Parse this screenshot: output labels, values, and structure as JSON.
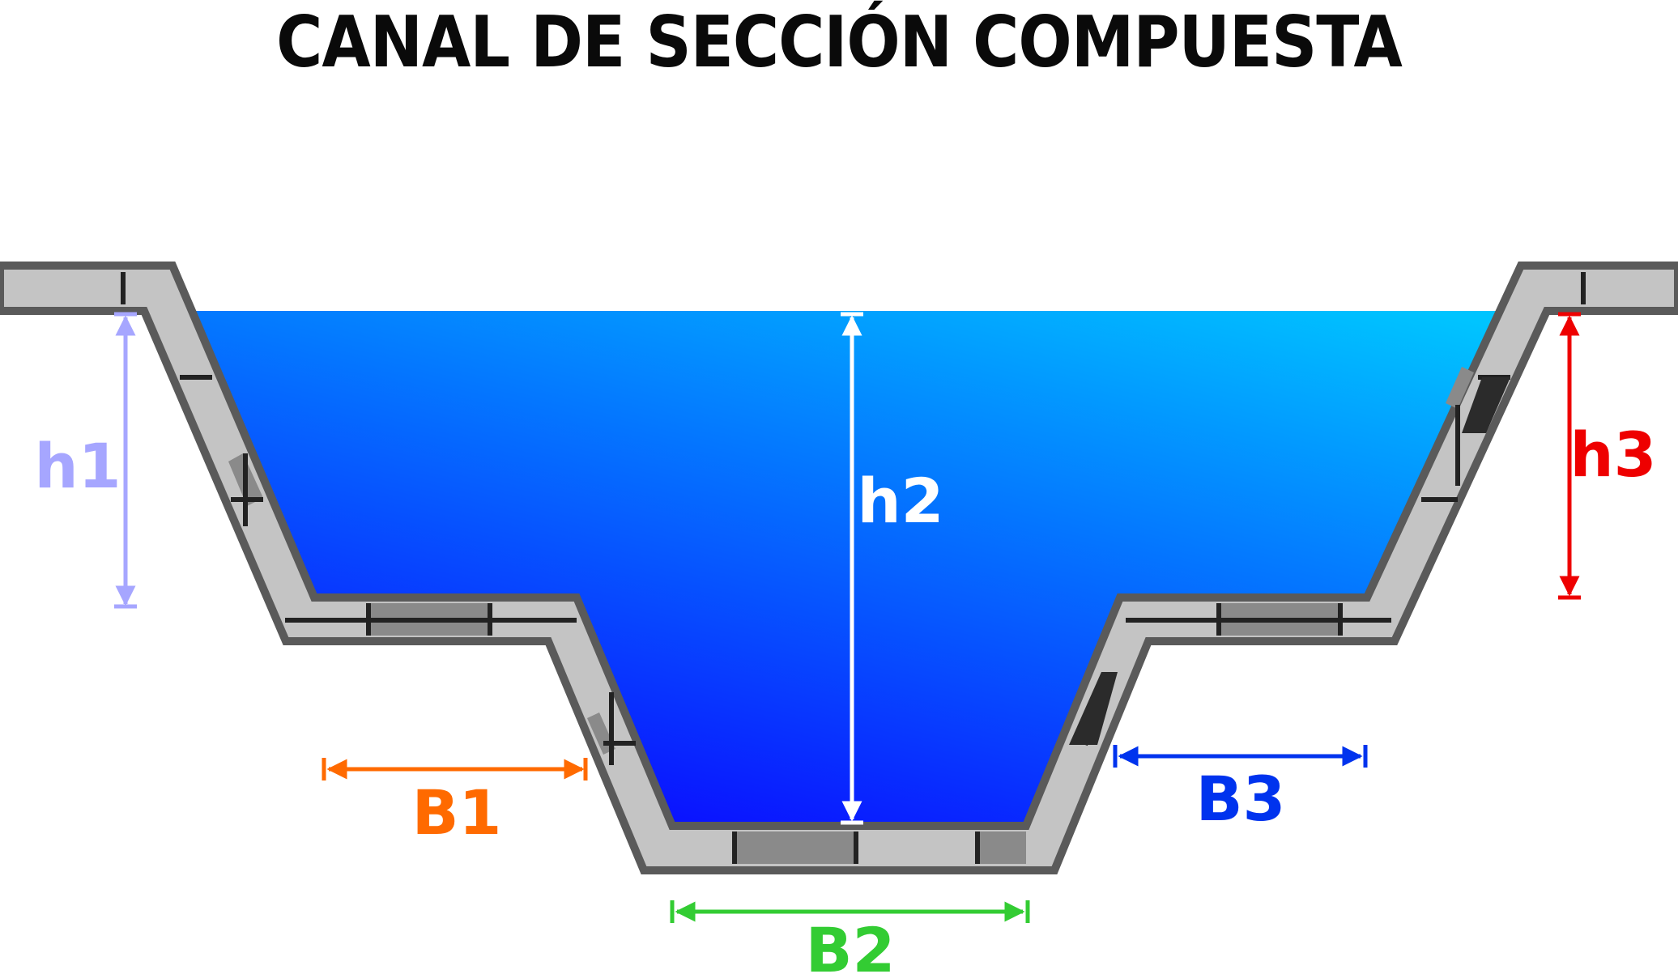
{
  "title": "CANAL DE SECCIÓN COMPUESTA",
  "labels": {
    "h1": "h1",
    "h2": "h2",
    "h3": "h3",
    "b1": "B1",
    "b2": "B2",
    "b3": "B3"
  },
  "colors": {
    "h1": "#a6a6ff",
    "h2": "#ffffff",
    "h3": "#ee0000",
    "b1": "#ff6a00",
    "b2": "#33cc33",
    "b3": "#0033ee",
    "water_top": "#00c4ff",
    "water_bottom": "#0a10ff",
    "wall_outline": "#5a5a5a",
    "wall_light": "#c4c4c4",
    "wall_dark": "#888888",
    "joint": "#222222"
  }
}
